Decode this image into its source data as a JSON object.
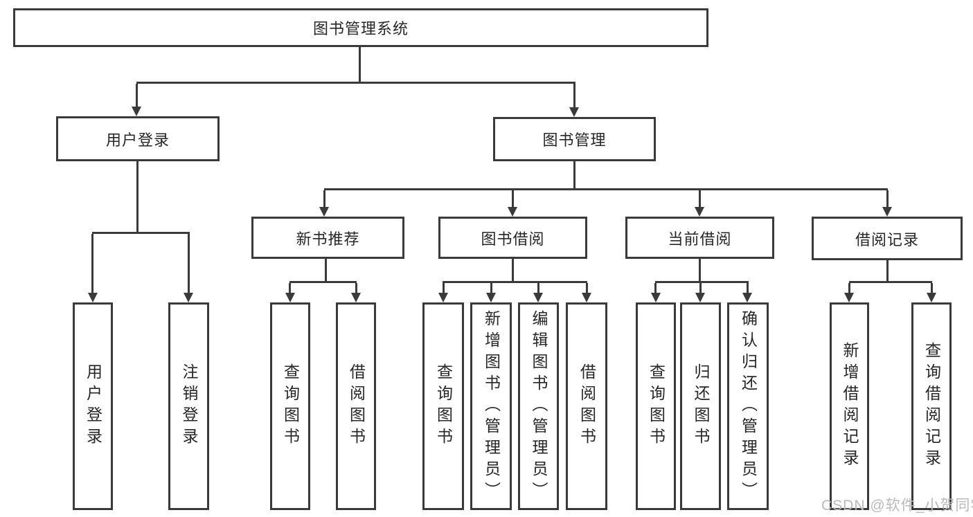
{
  "colors": {
    "line": "#3a3a3a",
    "text": "#262626",
    "background": "#ffffff",
    "watermark": "#b9b9b9"
  },
  "root": {
    "label": "图书管理系统"
  },
  "user_login": {
    "label": "用户登录",
    "children": [
      {
        "label": "用户登录"
      },
      {
        "label": "注销登录"
      }
    ]
  },
  "book_mgmt": {
    "label": "图书管理",
    "sections": {
      "new_books": {
        "label": "新书推荐",
        "children": [
          {
            "label": "查询图书"
          },
          {
            "label": "借阅图书"
          }
        ]
      },
      "book_borrow": {
        "label": "图书借阅",
        "children": [
          {
            "label": "查询图书"
          },
          {
            "label": "新增图书（管理员）"
          },
          {
            "label": "编辑图书（管理员）"
          },
          {
            "label": "借阅图书"
          }
        ]
      },
      "current_borrow": {
        "label": "当前借阅",
        "children": [
          {
            "label": "查询图书"
          },
          {
            "label": "归还图书"
          },
          {
            "label": "确认归还（管理员）"
          }
        ]
      },
      "borrow_records": {
        "label": "借阅记录",
        "children": [
          {
            "label": "新增借阅记录"
          },
          {
            "label": "查询借阅记录"
          }
        ]
      }
    }
  },
  "watermark": {
    "label": "CSDN @软件_小贺同学"
  }
}
